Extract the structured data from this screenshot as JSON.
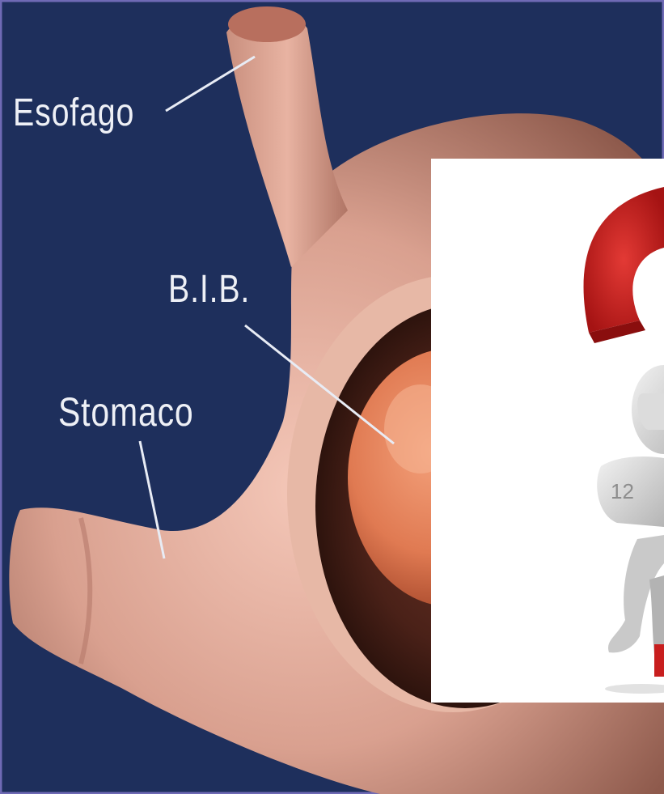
{
  "labels": {
    "esofago": "Esofago",
    "bib": "B.I.B.",
    "stomaco": "Stomaco"
  },
  "overlay": {
    "partial_text": "12"
  },
  "colors": {
    "background": "#1e2f5c",
    "border": "#6f6ab5",
    "tissue": "#d9a08f",
    "balloon": "#e07a52",
    "question_mark": "#c81e1e",
    "label_text": "#eef0f6"
  },
  "icons": [
    "question-mark-icon",
    "thinking-figure-icon"
  ]
}
